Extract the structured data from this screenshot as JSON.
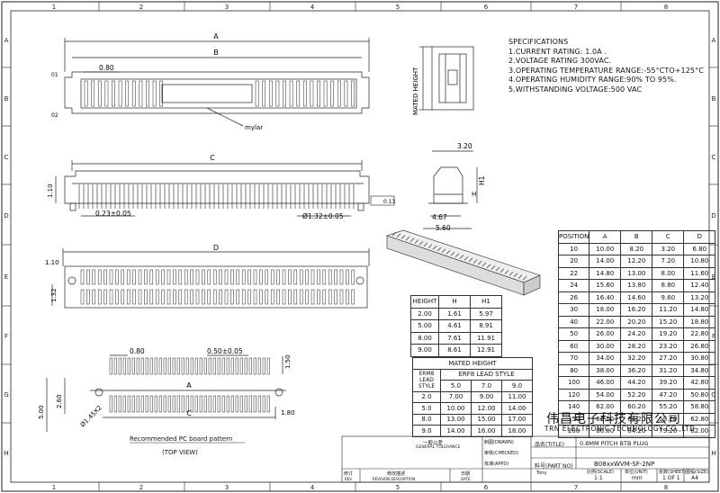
{
  "frame": {
    "col_labels": [
      "1",
      "2",
      "3",
      "4",
      "5",
      "6",
      "7",
      "8"
    ],
    "row_labels": [
      "A",
      "B",
      "C",
      "D",
      "E",
      "F",
      "G",
      "H"
    ]
  },
  "specifications": {
    "heading": "SPECIFICATIONS",
    "items": [
      "1.CURRENT RATING: 1.0A .",
      "2.VOLTAGE RATING 300VAC.",
      "3.OPERATING TEMPERATURE RANGE:-55°CTO+125°C",
      "4.OPERATING HUMIDITY RANGE:90% TO 95%.",
      "5.WITHSTANDING VOLTAGE:500 VAC"
    ]
  },
  "dimensions": {
    "A": "A",
    "B": "B",
    "C": "C",
    "D": "D",
    "pitch": "0.80",
    "pitch_b": "0.80",
    "pitch_tol": "0.50±0.05",
    "lead": "0.23±0.05",
    "peg": "Ø1.32±0.05",
    "h_110": "1.10",
    "h_110b": "1.10",
    "w_320": "3.20",
    "w_467": "4.67",
    "w_560": "5.60",
    "H": "H",
    "H1": "H1",
    "mylar": "mylar",
    "mark_01": "01",
    "mark_02": "02",
    "mated_height": "MATED HEIGHT",
    "flat": "0.13",
    "d_132": "1.32",
    "d_150": "1.50",
    "d_500": "5.00",
    "d_260": "2.60",
    "d_180": "1.80",
    "d_145": "Ø1.45X2"
  },
  "pos_table": {
    "headers": [
      "POSITION",
      "A",
      "B",
      "C",
      "D"
    ],
    "rows": [
      [
        "10",
        "10.00",
        "8.20",
        "3.20",
        "6.80"
      ],
      [
        "20",
        "14.00",
        "12.20",
        "7.20",
        "10.80"
      ],
      [
        "22",
        "14.80",
        "13.00",
        "8.00",
        "11.60"
      ],
      [
        "24",
        "15.60",
        "13.80",
        "8.80",
        "12.40"
      ],
      [
        "26",
        "16.40",
        "14.60",
        "9.60",
        "13.20"
      ],
      [
        "30",
        "18.00",
        "16.20",
        "11.20",
        "14.80"
      ],
      [
        "40",
        "22.00",
        "20.20",
        "15.20",
        "18.80"
      ],
      [
        "50",
        "26.00",
        "24.20",
        "19.20",
        "22.80"
      ],
      [
        "60",
        "30.00",
        "28.20",
        "23.20",
        "26.80"
      ],
      [
        "70",
        "34.00",
        "32.20",
        "27.20",
        "30.80"
      ],
      [
        "80",
        "38.00",
        "36.20",
        "31.20",
        "34.80"
      ],
      [
        "100",
        "46.00",
        "44.20",
        "39.20",
        "42.80"
      ],
      [
        "120",
        "54.00",
        "52.20",
        "47.20",
        "50.80"
      ],
      [
        "140",
        "62.00",
        "60.20",
        "55.20",
        "58.80"
      ],
      [
        "150",
        "66.00",
        "64.20",
        "59.20",
        "62.80"
      ],
      [
        "200",
        "86.00",
        "84.20",
        "79.20",
        "82.00"
      ]
    ]
  },
  "height_table": {
    "headers": [
      "HEIGHT",
      "H",
      "H1"
    ],
    "rows": [
      [
        "2.00",
        "1.61",
        "5.97"
      ],
      [
        "5.00",
        "4.61",
        "8.91"
      ],
      [
        "8.00",
        "7.61",
        "11.91"
      ],
      [
        "9.00",
        "8.61",
        "12.91"
      ]
    ]
  },
  "mated_table": {
    "title": "MATED HEIGHT",
    "col_head_1": "ERM8 LEAD STYLE",
    "col_head_2": "ERF8 LEAD STYLE",
    "sub_headers": [
      "5.0",
      "7.0",
      "9.0"
    ],
    "rows": [
      [
        "2.0",
        "7.00",
        "9.00",
        "11.00"
      ],
      [
        "5.0",
        "10.00",
        "12.00",
        "14.00"
      ],
      [
        "8.0",
        "13.00",
        "15.00",
        "17.00"
      ],
      [
        "9.0",
        "14.00",
        "16.00",
        "18.00"
      ]
    ]
  },
  "company": {
    "cn": "伟昌电子科技有限公司",
    "en": "TRN ELECTRONIC TECHNOLOGY CO.,LTD"
  },
  "title_block": {
    "name_label": "品名(TITLE)",
    "name_value": "0.8MM PITCH BTB PLUG",
    "part_label": "料号(PART NO)",
    "part_value": "B08xxWVM-SF-2NP",
    "scale_label": "比例(SCALE)",
    "scale_value": "1:1",
    "unit_label": "单位(UNIT)",
    "unit_value": "mm",
    "sheet_label": "张数(SHEET)",
    "sheet_value": "1 OF 1",
    "size_label": "图幅(SIZE)",
    "size_value": "A4",
    "tol_title": "一般公差",
    "tol_sub": "GENERAL TOLERANCE",
    "drawn_label": "制图(DRAWN)",
    "check_label": "审核(CHECKED)",
    "approve_label": "批准(APPD)",
    "revision_label": "修改描述",
    "revision_sub": "REVISION DESCRIPTION",
    "rev_label": "修订",
    "rev_sub": "REV",
    "date_label": "日期",
    "date_sub": "DATE",
    "name_person": "Tony"
  },
  "recommended": "Recommended PC board pattern",
  "top_view": "(TOP VIEW)"
}
